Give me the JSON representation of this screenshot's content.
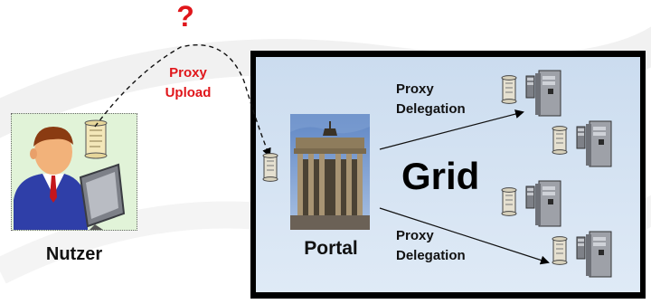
{
  "question_mark": "?",
  "upload_label": [
    "Proxy",
    "Upload"
  ],
  "user_label": "Nutzer",
  "portal_label": "Portal",
  "grid_label": "Grid",
  "delegation_top": [
    "Proxy",
    "Delegation"
  ],
  "delegation_bottom": [
    "Proxy",
    "Delegation"
  ],
  "icons": {
    "user": "user-at-computer-icon",
    "certificate": "scroll-certificate-icon",
    "server": "server-tower-icon",
    "portal": "brandenburg-gate-photo"
  },
  "colors": {
    "accent_red": "#e0161b",
    "user_box_bg": "#e1f3d8",
    "grid_bg": "#cbdcef",
    "frame": "#000000"
  }
}
